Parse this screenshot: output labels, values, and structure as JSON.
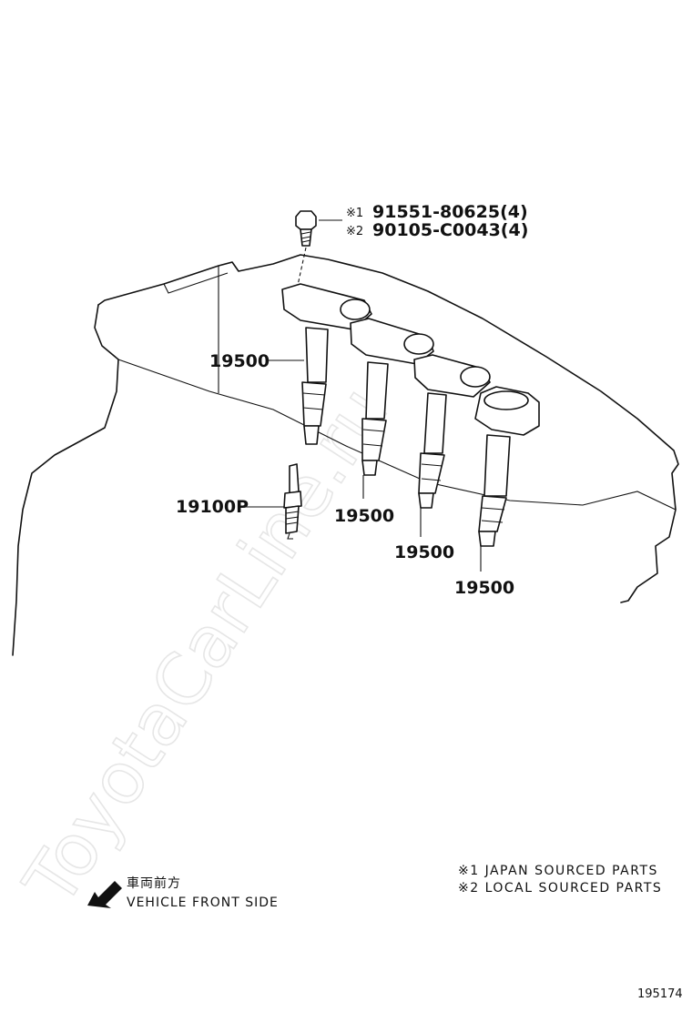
{
  "watermark": "ToyotaCarLine.ru",
  "fasteners": [
    {
      "mark": "※1",
      "part_no": "91551-80625(4)"
    },
    {
      "mark": "※2",
      "part_no": "90105-C0043(4)"
    }
  ],
  "callouts": {
    "coil_1": "19500",
    "coil_2": "19500",
    "coil_3": "19500",
    "coil_4": "19500",
    "spark_plug": "19100P"
  },
  "direction": {
    "jp": "車両前方",
    "en": "VEHICLE FRONT SIDE"
  },
  "legend": [
    "※1 JAPAN SOURCED PARTS",
    "※2 LOCAL SOURCED PARTS"
  ],
  "illustration_code": "195174"
}
